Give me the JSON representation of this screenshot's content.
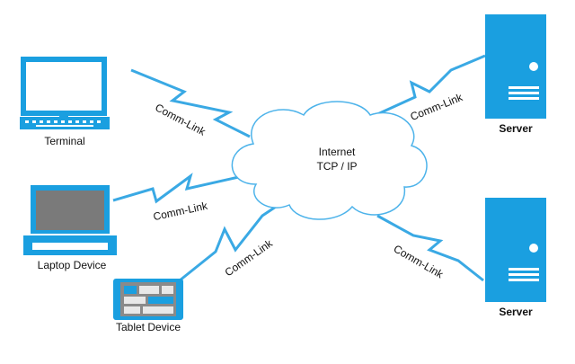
{
  "colors": {
    "device_blue": "#1a9fe0",
    "link_blue": "#3aa9e4",
    "cloud_stroke": "#4db3ea",
    "screen_gray": "#7a7a7a"
  },
  "cloud": {
    "line1": "Internet",
    "line2": "TCP / IP",
    "icon": "cloud-icon"
  },
  "nodes": {
    "terminal": {
      "label": "Terminal",
      "icon": "monitor-icon"
    },
    "laptop": {
      "label": "Laptop Device",
      "icon": "laptop-icon"
    },
    "tablet": {
      "label": "Tablet Device",
      "icon": "tablet-icon"
    },
    "server_top": {
      "label": "Server",
      "icon": "server-icon"
    },
    "server_bottom": {
      "label": "Server",
      "icon": "server-icon"
    }
  },
  "links": [
    {
      "label": "Comm-Link",
      "from": "terminal",
      "to": "cloud"
    },
    {
      "label": "Comm-Link",
      "from": "laptop",
      "to": "cloud"
    },
    {
      "label": "Comm-Link",
      "from": "tablet",
      "to": "cloud"
    },
    {
      "label": "Comm-Link",
      "from": "server_top",
      "to": "cloud"
    },
    {
      "label": "Comm-Link",
      "from": "server_bottom",
      "to": "cloud"
    }
  ]
}
